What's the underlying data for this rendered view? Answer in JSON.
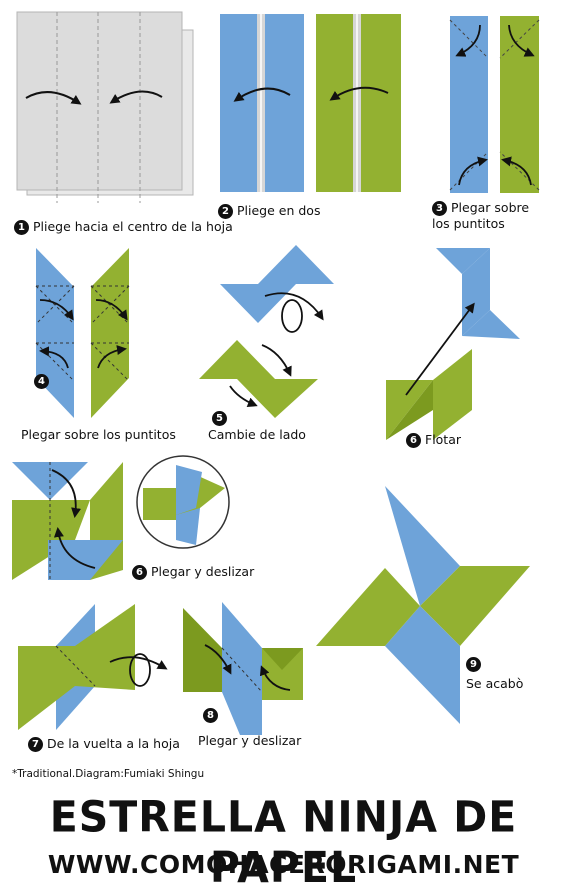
{
  "colors": {
    "blue": "#6ea3d9",
    "green": "#93b131",
    "dark_green": "#7c9a1f",
    "paper": "#dcdcdc"
  },
  "steps": [
    {
      "number": "1",
      "text": "Pliege hacia el centro de la hoja"
    },
    {
      "number": "2",
      "text": "Pliege en dos"
    },
    {
      "number": "3",
      "text": "Plegar sobre\nlos puntitos"
    },
    {
      "number": "4",
      "text": "Plegar sobre los puntitos"
    },
    {
      "number": "5",
      "text": "Cambie de lado"
    },
    {
      "number": "6",
      "text": "Flotar"
    },
    {
      "number": "6",
      "text": "Plegar y deslizar"
    },
    {
      "number": "7",
      "text": "De la vuelta a la hoja"
    },
    {
      "number": "8",
      "text": "Plegar y deslizar"
    },
    {
      "number": "9",
      "text": "Se acabò"
    }
  ],
  "credit": "*Traditional.Diagram:Fumiaki Shingu",
  "title": "ESTRELLA NINJA DE PAPEL",
  "url": "WWW.COMOHACERORIGAMI.NET"
}
